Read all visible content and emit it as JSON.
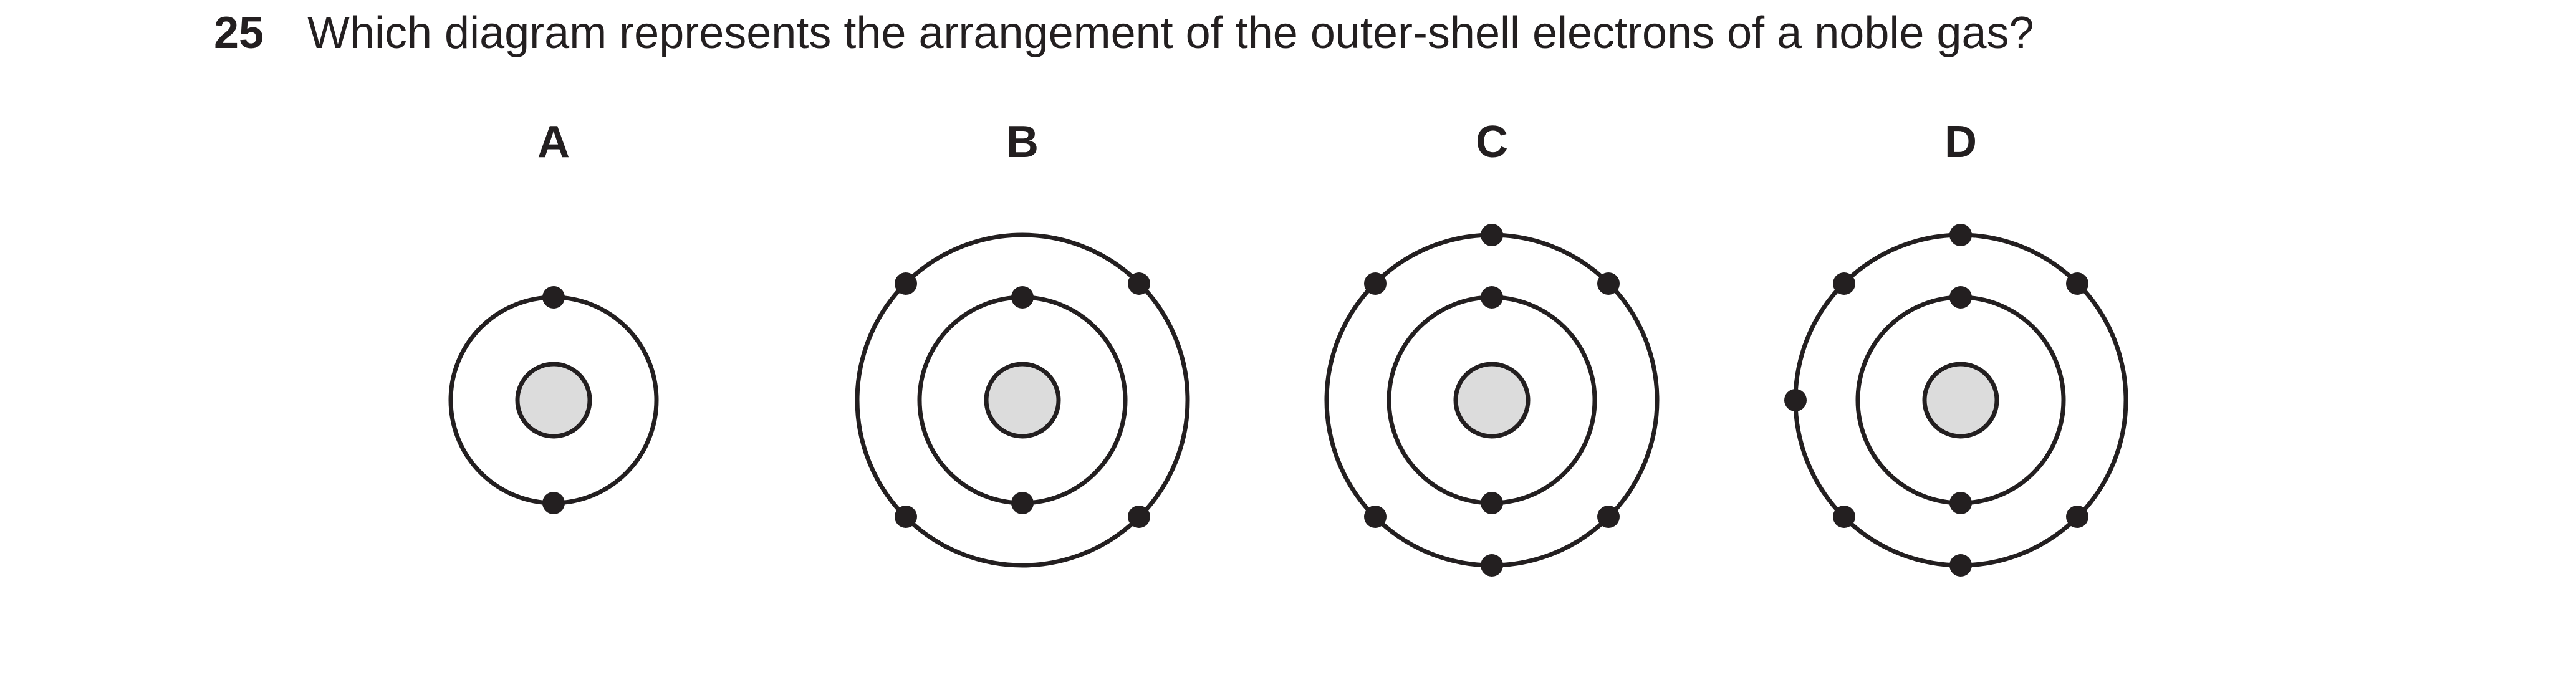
{
  "question": {
    "number": "25",
    "text": "Which diagram represents the arrangement of the outer-shell electrons of a noble gas?"
  },
  "options": [
    {
      "label": "A",
      "inner_shell_electrons": 2,
      "outer_shell_electrons": 0
    },
    {
      "label": "B",
      "inner_shell_electrons": 2,
      "outer_shell_electrons": 4
    },
    {
      "label": "C",
      "inner_shell_electrons": 2,
      "outer_shell_electrons": 6
    },
    {
      "label": "D",
      "inner_shell_electrons": 2,
      "outer_shell_electrons": 7
    }
  ],
  "colors": {
    "ink": "#231f20",
    "nucleus_fill": "#dcdcdc"
  }
}
